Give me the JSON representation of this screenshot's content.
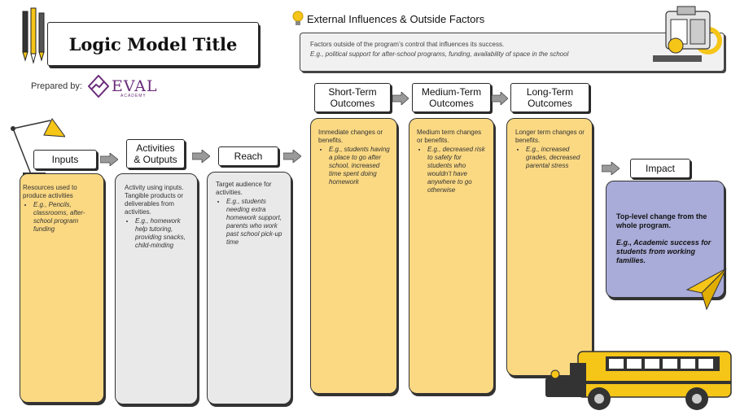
{
  "title": "Logic Model Title",
  "prepared_by": "Prepared by:",
  "brand": {
    "name": "EVAL",
    "sub": "ACADEMY"
  },
  "external": {
    "title": "External Influences & Outside Factors",
    "description": "Factors outside of the program’s control that influences its success.",
    "example": "E.g.,  political support for after-school programs, funding, availability of space in the school"
  },
  "outcome_headers": {
    "short_term": [
      "Short-Term",
      "Outcomes"
    ],
    "medium_term": [
      "Medium-Term",
      "Outcomes"
    ],
    "long_term": [
      "Long-Term",
      "Outcomes"
    ]
  },
  "columns": {
    "inputs": {
      "label": "Inputs",
      "description": "Resources used to produce activities",
      "example": "E.g., Pencils, classrooms, after-school program funding"
    },
    "activities": {
      "label": [
        "Activities",
        "& Outputs"
      ],
      "description": "Activity using inputs. Tangible products or deliverables from activities.",
      "example": "E.g., homework help tutoring, providing snacks, child-minding"
    },
    "reach": {
      "label": "Reach",
      "description": "Target audience for activities.",
      "example": "E.g., students needing extra homework support, parents who work past school pick-up time"
    },
    "short_term": {
      "description": "Immediate changes or benefits.",
      "example": "E.g., students having a place to go after school, increased time spent doing homework"
    },
    "medium_term": {
      "description": "Medium term changes or benefits.",
      "example": "E.g., decreased risk to safety for students who wouldn’t have anywhere to go otherwise"
    },
    "long_term": {
      "description": "Longer term changes or benefits.",
      "example": "E.g., increased grades, decreased parental stress"
    },
    "impact": {
      "label": "Impact",
      "description": "Top-level change from the whole program.",
      "example": "E.g., Academic success for students from working families."
    }
  },
  "colors": {
    "yellow_fill": "#fbd983",
    "grey_fill": "#e9e9e9",
    "impact_fill": "#a9acd9",
    "accent_yellow": "#f5c518",
    "arrow_grey": "#9a9a9a",
    "brand_purple": "#6b2d7a"
  },
  "icons": [
    "pencils-icon",
    "lightbulb-icon",
    "desk-lamp-icon",
    "school-supplies-icon",
    "paper-plane-icon",
    "school-bus-icon",
    "eval-academy-logo-icon",
    "right-arrow-icon"
  ]
}
